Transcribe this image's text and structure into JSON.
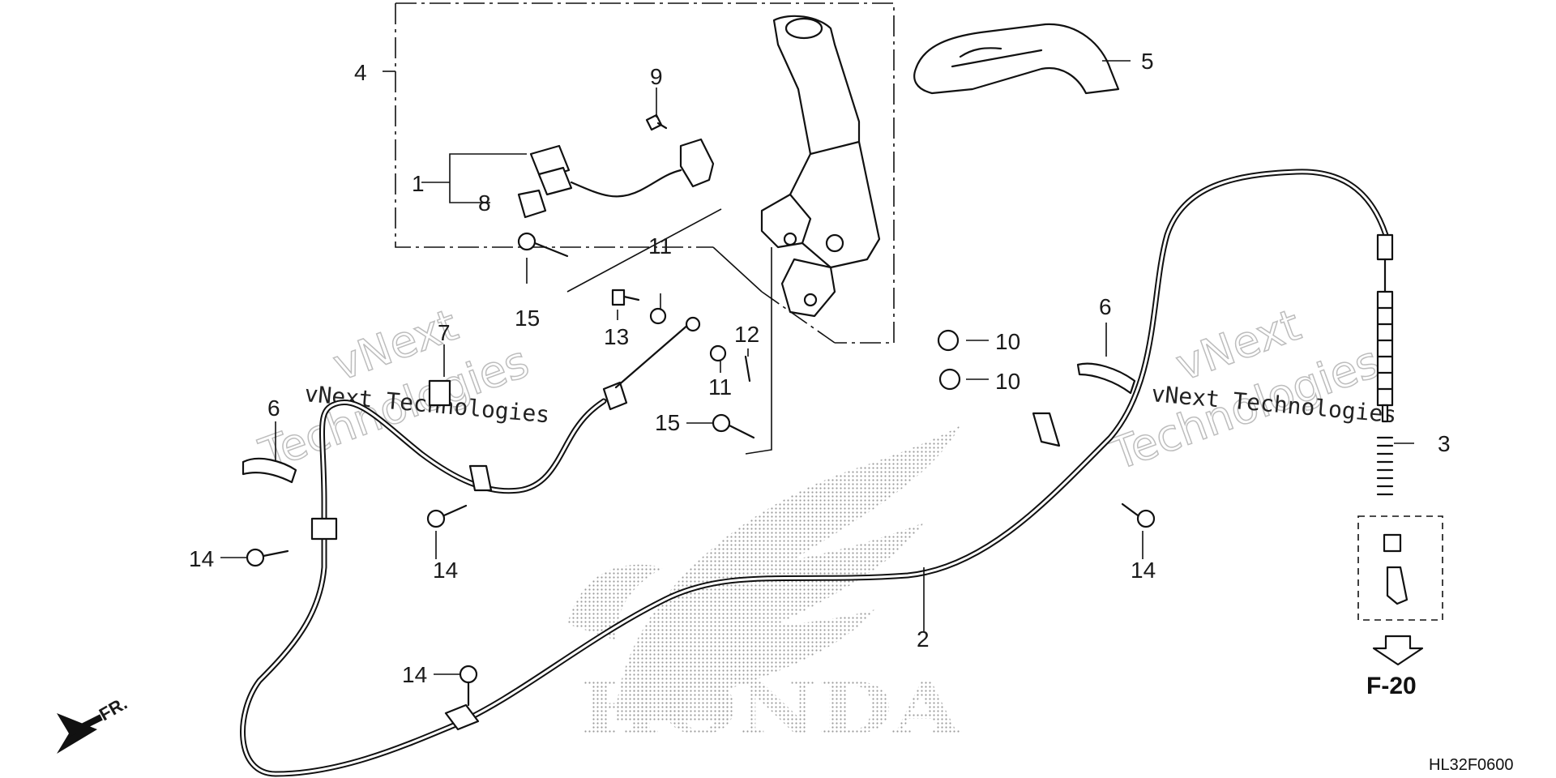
{
  "callouts": {
    "c1": "1",
    "c2": "2",
    "c3": "3",
    "c4": "4",
    "c5": "5",
    "c6a": "6",
    "c6b": "6",
    "c7": "7",
    "c8": "8",
    "c9": "9",
    "c10a": "10",
    "c10b": "10",
    "c11a": "11",
    "c11b": "11",
    "c12": "12",
    "c13": "13",
    "c14a": "14",
    "c14b": "14",
    "c14c": "14",
    "c14d": "14",
    "c15a": "15",
    "c15b": "15"
  },
  "reference": {
    "label": "F-20"
  },
  "front_marker": {
    "label": "FR."
  },
  "diagram_code": "HL32F0600",
  "watermark": {
    "line1": "vNext",
    "line2": "Technologies",
    "caption": "vNext Technologies"
  },
  "brand_watermark": "HONDA"
}
